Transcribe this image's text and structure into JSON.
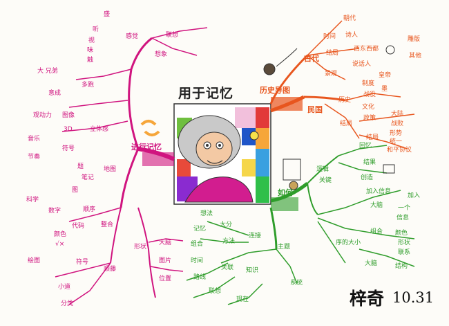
{
  "title": "用于记忆",
  "signature": {
    "name": "梓奇",
    "date": "10.31"
  },
  "branches": {
    "history": {
      "label": "历史导图",
      "color": "#e8561e",
      "ancient": {
        "label": "古代",
        "items": [
          "时间",
          "朝代",
          "诗人",
          "结局",
          "西东西都",
          "景观",
          "说话人",
          "皇帝",
          "制度",
          "雕版",
          "墨",
          "其他"
        ]
      },
      "modern": {
        "label": "民国",
        "items": [
          "历史",
          "战役",
          "文化",
          "政策",
          "结局",
          "大陆",
          "战败",
          "形势",
          "统一",
          "结局",
          "和平协议"
        ]
      }
    },
    "improve": {
      "label": "进行记忆",
      "color": "#d0147f",
      "top_items": [
        "盛",
        "听",
        "视",
        "味",
        "触",
        "感觉",
        "联想",
        "想象"
      ],
      "left_items": [
        "大 兄弟",
        "意成",
        "多跑",
        "观动力",
        "图像",
        "3D",
        "立体感",
        "音乐",
        "符号",
        "节奏",
        "题",
        "笔记",
        "地图",
        "图",
        "科学",
        "数字",
        "顺序",
        "代码",
        "整合",
        "颜色",
        "形状",
        "大脑",
        "图片",
        "符号",
        "√×",
        "绘图",
        "位置",
        "小道",
        "顺藤",
        "分类"
      ]
    },
    "how": {
      "label": "如何",
      "color": "#2f9d2b",
      "items": [
        "逻辑",
        "关键",
        "回忆",
        "结果",
        "创造",
        "加入信息",
        "大脑",
        "加入",
        "一个",
        "信息",
        "组合",
        "颜色",
        "形状",
        "联系",
        "结构",
        "序的大小",
        "大脑",
        "连接",
        "大分",
        "想法",
        "记忆",
        "方法",
        "组合",
        "时间",
        "关联",
        "知识",
        "路线",
        "联想",
        "现在",
        "主题",
        "系统"
      ]
    }
  }
}
